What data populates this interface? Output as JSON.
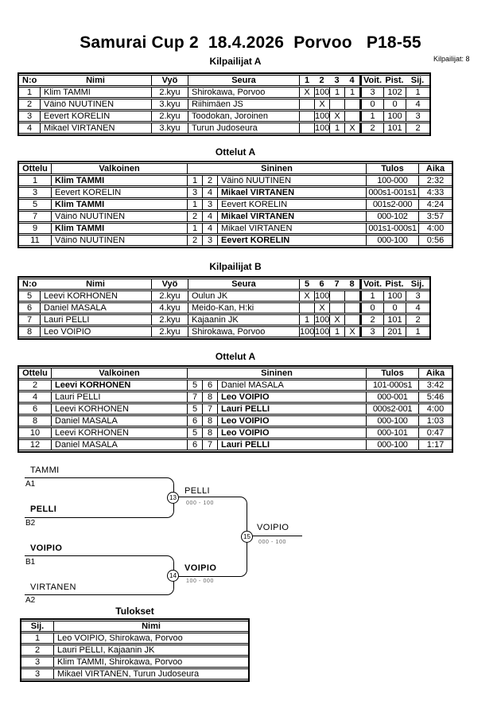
{
  "title": "Samurai Cup 2  18.4.2026  Porvoo   P18-55",
  "competitors_count_label": "Kilpailijat: 8",
  "pool_a": {
    "heading": "Kilpailijat A",
    "headers": [
      "N:o",
      "Nimi",
      "Vyö",
      "Seura",
      "1",
      "2",
      "3",
      "4",
      "Voit.",
      "Pist.",
      "Sij."
    ],
    "rows": [
      {
        "no": "1",
        "name": "Klim TAMMI",
        "belt": "2.kyu",
        "club": "Shirokawa, Porvoo",
        "r": [
          "X",
          "100",
          "1",
          "1"
        ],
        "wins": "3",
        "pts": "102",
        "place": "1"
      },
      {
        "no": "2",
        "name": "Väinö NUUTINEN",
        "belt": "3.kyu",
        "club": "Riihimäen JS",
        "r": [
          "",
          "X",
          "",
          ""
        ],
        "wins": "0",
        "pts": "0",
        "place": "4"
      },
      {
        "no": "3",
        "name": "Eevert KORELIN",
        "belt": "2.kyu",
        "club": "Toodokan, Joroinen",
        "r": [
          "",
          "100",
          "X",
          ""
        ],
        "wins": "1",
        "pts": "100",
        "place": "3"
      },
      {
        "no": "4",
        "name": "Mikael VIRTANEN",
        "belt": "3.kyu",
        "club": "Turun Judoseura",
        "r": [
          "",
          "100",
          "1",
          "X"
        ],
        "wins": "2",
        "pts": "101",
        "place": "2"
      }
    ]
  },
  "matches_a": {
    "heading": "Ottelut A",
    "headers": [
      "Ottelu",
      "Valkoinen",
      "Sininen",
      "Tulos",
      "Aika"
    ],
    "rows": [
      {
        "match": "1",
        "white": "Klim TAMMI",
        "wno": "1",
        "bno": "2",
        "blue": "Väinö NUUTINEN",
        "winner": "white",
        "result": "100-000",
        "time": "2:32"
      },
      {
        "match": "3",
        "white": "Eevert KORELIN",
        "wno": "3",
        "bno": "4",
        "blue": "Mikael VIRTANEN",
        "winner": "blue",
        "result": "000s1-001s1",
        "time": "4:33"
      },
      {
        "match": "5",
        "white": "Klim TAMMI",
        "wno": "1",
        "bno": "3",
        "blue": "Eevert KORELIN",
        "winner": "white",
        "result": "001s2-000",
        "time": "4:24"
      },
      {
        "match": "7",
        "white": "Väinö NUUTINEN",
        "wno": "2",
        "bno": "4",
        "blue": "Mikael VIRTANEN",
        "winner": "blue",
        "result": "000-102",
        "time": "3:57"
      },
      {
        "match": "9",
        "white": "Klim TAMMI",
        "wno": "1",
        "bno": "4",
        "blue": "Mikael VIRTANEN",
        "winner": "white",
        "result": "001s1-000s1",
        "time": "4:00"
      },
      {
        "match": "11",
        "white": "Väinö NUUTINEN",
        "wno": "2",
        "bno": "3",
        "blue": "Eevert KORELIN",
        "winner": "blue",
        "result": "000-100",
        "time": "0:56"
      }
    ]
  },
  "pool_b": {
    "heading": "Kilpailijat B",
    "headers": [
      "N:o",
      "Nimi",
      "Vyö",
      "Seura",
      "5",
      "6",
      "7",
      "8",
      "Voit.",
      "Pist.",
      "Sij."
    ],
    "rows": [
      {
        "no": "5",
        "name": "Leevi KORHONEN",
        "belt": "2.kyu",
        "club": "Oulun JK",
        "r": [
          "X",
          "100",
          "",
          ""
        ],
        "wins": "1",
        "pts": "100",
        "place": "3"
      },
      {
        "no": "6",
        "name": "Daniel MASALA",
        "belt": "4.kyu",
        "club": "Meido-Kan, H:ki",
        "r": [
          "",
          "X",
          "",
          ""
        ],
        "wins": "0",
        "pts": "0",
        "place": "4"
      },
      {
        "no": "7",
        "name": "Lauri PELLI",
        "belt": "2.kyu",
        "club": "Kajaanin JK",
        "r": [
          "1",
          "100",
          "X",
          ""
        ],
        "wins": "2",
        "pts": "101",
        "place": "2"
      },
      {
        "no": "8",
        "name": "Leo VOIPIO",
        "belt": "2.kyu",
        "club": "Shirokawa, Porvoo",
        "r": [
          "100",
          "100",
          "1",
          "X"
        ],
        "wins": "3",
        "pts": "201",
        "place": "1"
      }
    ]
  },
  "matches_b": {
    "heading": "Ottelut A",
    "headers": [
      "Ottelu",
      "Valkoinen",
      "Sininen",
      "Tulos",
      "Aika"
    ],
    "rows": [
      {
        "match": "2",
        "white": "Leevi KORHONEN",
        "wno": "5",
        "bno": "6",
        "blue": "Daniel MASALA",
        "winner": "white",
        "result": "101-000s1",
        "time": "3:42"
      },
      {
        "match": "4",
        "white": "Lauri PELLI",
        "wno": "7",
        "bno": "8",
        "blue": "Leo VOIPIO",
        "winner": "blue",
        "result": "000-001",
        "time": "5:46"
      },
      {
        "match": "6",
        "white": "Leevi KORHONEN",
        "wno": "5",
        "bno": "7",
        "blue": "Lauri PELLI",
        "winner": "blue",
        "result": "000s2-001",
        "time": "4:00"
      },
      {
        "match": "8",
        "white": "Daniel MASALA",
        "wno": "6",
        "bno": "8",
        "blue": "Leo VOIPIO",
        "winner": "blue",
        "result": "000-100",
        "time": "1:03"
      },
      {
        "match": "10",
        "white": "Leevi KORHONEN",
        "wno": "5",
        "bno": "8",
        "blue": "Leo VOIPIO",
        "winner": "blue",
        "result": "000-101",
        "time": "0:47"
      },
      {
        "match": "12",
        "white": "Daniel MASALA",
        "wno": "6",
        "bno": "7",
        "blue": "Lauri PELLI",
        "winner": "blue",
        "result": "000-100",
        "time": "1:17"
      }
    ]
  },
  "bracket": {
    "entries": [
      {
        "name": "TAMMI",
        "code": "A1"
      },
      {
        "name": "PELLI",
        "code": "B2"
      },
      {
        "name": "VOIPIO",
        "code": "B1"
      },
      {
        "name": "VIRTANEN",
        "code": "A2"
      }
    ],
    "matches": [
      {
        "number": "13",
        "winner": "PELLI",
        "score": "000 - 100"
      },
      {
        "number": "14",
        "winner": "VOIPIO",
        "score": "100 - 000"
      },
      {
        "number": "15",
        "winner": "VOIPIO",
        "score": "000 - 100"
      }
    ]
  },
  "results": {
    "heading": "Tulokset",
    "headers": [
      "Sij.",
      "Nimi"
    ],
    "rows": [
      {
        "place": "1",
        "name": "Leo VOIPIO, Shirokawa, Porvoo"
      },
      {
        "place": "2",
        "name": "Lauri PELLI, Kajaanin JK"
      },
      {
        "place": "3",
        "name": "Klim TAMMI, Shirokawa, Porvoo"
      },
      {
        "place": "3",
        "name": "Mikael VIRTANEN, Turun Judoseura"
      }
    ]
  }
}
